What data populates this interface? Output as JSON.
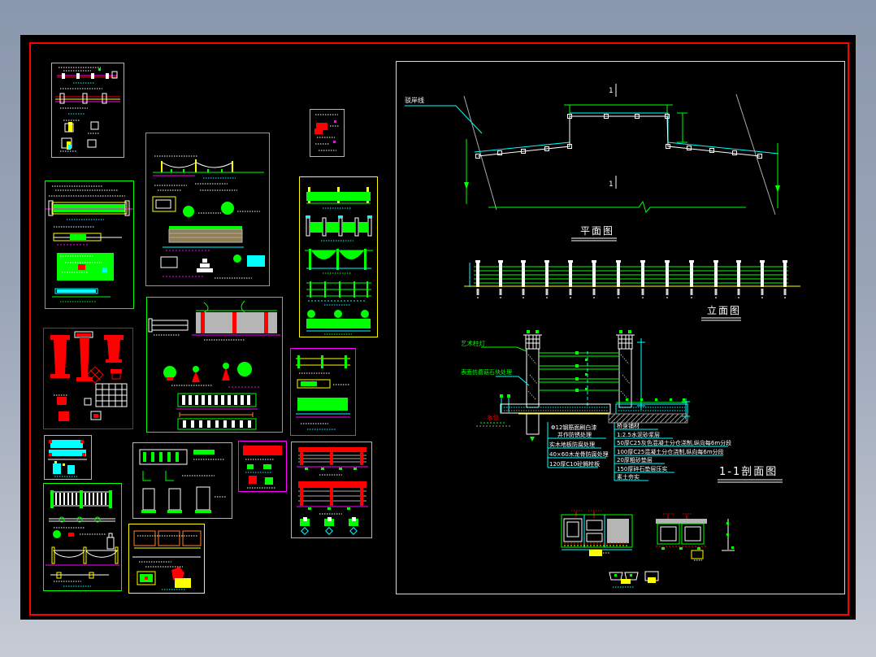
{
  "palette": {
    "background_top": "#8A98AD",
    "background_bottom": "#C6CBD5",
    "canvas": "#000000",
    "frame": "#FF0000",
    "cad_green": "#00FF00",
    "cad_cyan": "#00FFFF",
    "cad_magenta": "#FF00FF",
    "cad_red": "#FF0000",
    "cad_yellow": "#FFFF00",
    "cad_white": "#FFFFFF",
    "cad_gray": "#B5B5B5"
  },
  "sheet": {
    "plan": {
      "title": "平面图",
      "shore_line_label": "驳岸线",
      "section_cut_top": "1",
      "section_cut_bottom": "1"
    },
    "elevation": {
      "title": "立面图"
    },
    "section": {
      "title": "1-1剖面图",
      "lamp_label": "艺术柱灯",
      "surface_label": "表面仿蘑菇石块处理",
      "water_level_label": "水位",
      "notes_left": [
        "Φ12钢筋面刷白漆",
        "并作防锈处理",
        "实木地板防腐处理",
        "40×60木龙骨防腐处理",
        "120厚C10砼搁栓板"
      ],
      "notes_right": [
        "桥身铺材",
        "1:2.5水泥砂浆层",
        "50厚C25灰色混凝土分仓浇制,纵向每6m分段",
        "100厚C25混凝土分仓浇制,纵向每6m分段",
        "20厚粗砂垫层",
        "150厚碎石垫层压实",
        "素土夯实"
      ]
    }
  }
}
